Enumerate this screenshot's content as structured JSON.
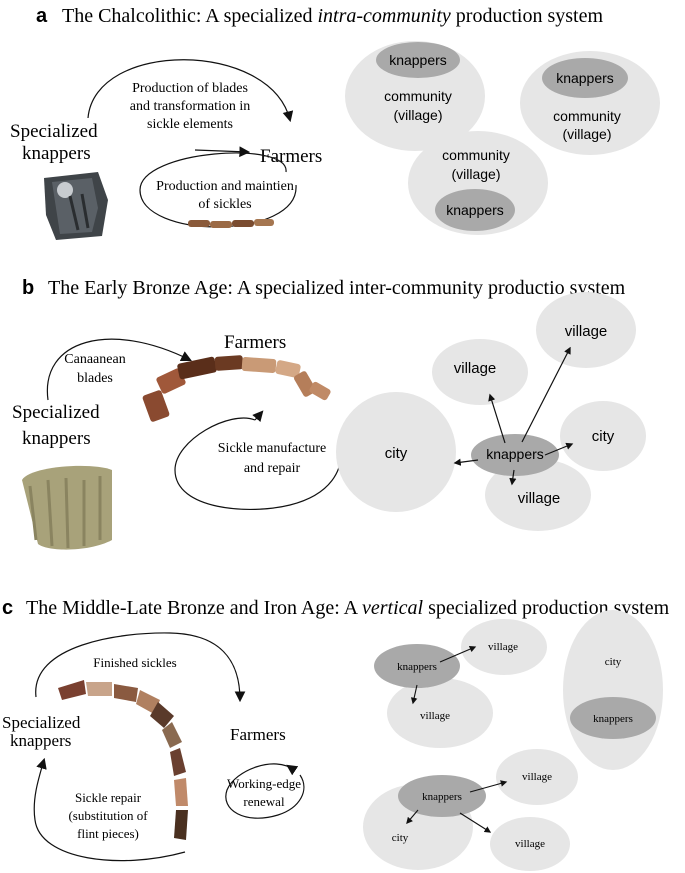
{
  "panels": [
    {
      "letter": "a",
      "title_prefix": "The Chalcolithic: A specialized ",
      "title_italic": "intra-community",
      "title_suffix": " production system",
      "left": {
        "actor1_line1": "Specialized",
        "actor1_line2": "knappers",
        "actor2": "Farmers",
        "flow1_line1": "Production of blades",
        "flow1_line2": "and transformation in",
        "flow1_line3": "sickle elements",
        "flow2_line1": "Production and maintien",
        "flow2_line2": "of sickles"
      },
      "right": {
        "c1_knappers": "knappers",
        "c1_line1": "community",
        "c1_line2": "(village)",
        "c2_knappers": "knappers",
        "c2_line1": "community",
        "c2_line2": "(village)",
        "c3_line1": "community",
        "c3_line2": "(village)",
        "c3_knappers": "knappers"
      }
    },
    {
      "letter": "b",
      "title": "The Early Bronze Age: A specialized inter-community productio system",
      "left": {
        "actor1_line1": "Specialized",
        "actor1_line2": "knappers",
        "actor2": "Farmers",
        "flow1_line1": "Canaanean",
        "flow1_line2": "blades",
        "flow2_line1": "Sickle manufacture",
        "flow2_line2": "and repair"
      },
      "right": {
        "hub": "knappers",
        "city_left": "city",
        "city_right": "city",
        "village_top": "village",
        "village_upper": "village",
        "village_bottom": "village"
      }
    },
    {
      "letter": "c",
      "title_prefix": "The Middle-Late Bronze and Iron Age: A ",
      "title_italic": "vertical",
      "title_suffix": " specialized production system",
      "left": {
        "actor1_line1": "Specialized",
        "actor1_line2": "knappers",
        "actor2": "Farmers",
        "flow1": "Finished sickles",
        "flow2_line1": "Working-edge",
        "flow2_line2": "renewal",
        "flow3_line1": "Sickle repair",
        "flow3_line2": "(substitution of",
        "flow3_line3": "flint pieces)"
      },
      "right": {
        "g1_knappers": "knappers",
        "g1_village_a": "village",
        "g1_village_b": "village",
        "g2_city": "city",
        "g2_knappers": "knappers",
        "g3_knappers": "knappers",
        "g3_village_a": "village",
        "g3_village_b": "village",
        "g3_city": "city"
      }
    }
  ],
  "colors": {
    "light_ellipse": "#e6e6e6",
    "dark_ellipse": "#a9a9a9",
    "flint_dark": "#6b3a22",
    "flint_light": "#c99a76",
    "core_green": "#a8a27a"
  }
}
